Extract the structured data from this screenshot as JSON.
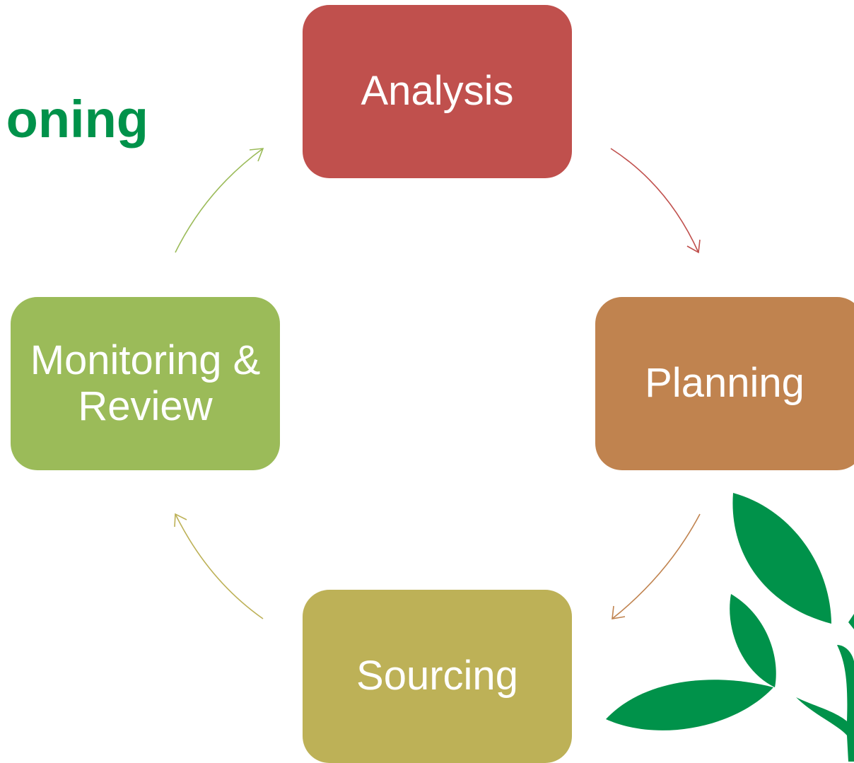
{
  "heading": {
    "visible_text": "oning",
    "color": "#00924A"
  },
  "steps": [
    {
      "label": "Analysis",
      "color": "#C0504D"
    },
    {
      "label": "Planning",
      "color": "#C0834F"
    },
    {
      "label": "Sourcing",
      "color": "#BDB157"
    },
    {
      "label": "Monitoring & Review",
      "color": "#9BBB59"
    }
  ],
  "arrow_colors": {
    "analysis_to_planning": "#C0504D",
    "planning_to_sourcing": "#C0834F",
    "sourcing_to_monitoring": "#BDB157",
    "monitoring_to_analysis": "#9BBB59"
  },
  "decoration": {
    "icon": "leaf-sprout-icon",
    "color": "#00924A"
  }
}
